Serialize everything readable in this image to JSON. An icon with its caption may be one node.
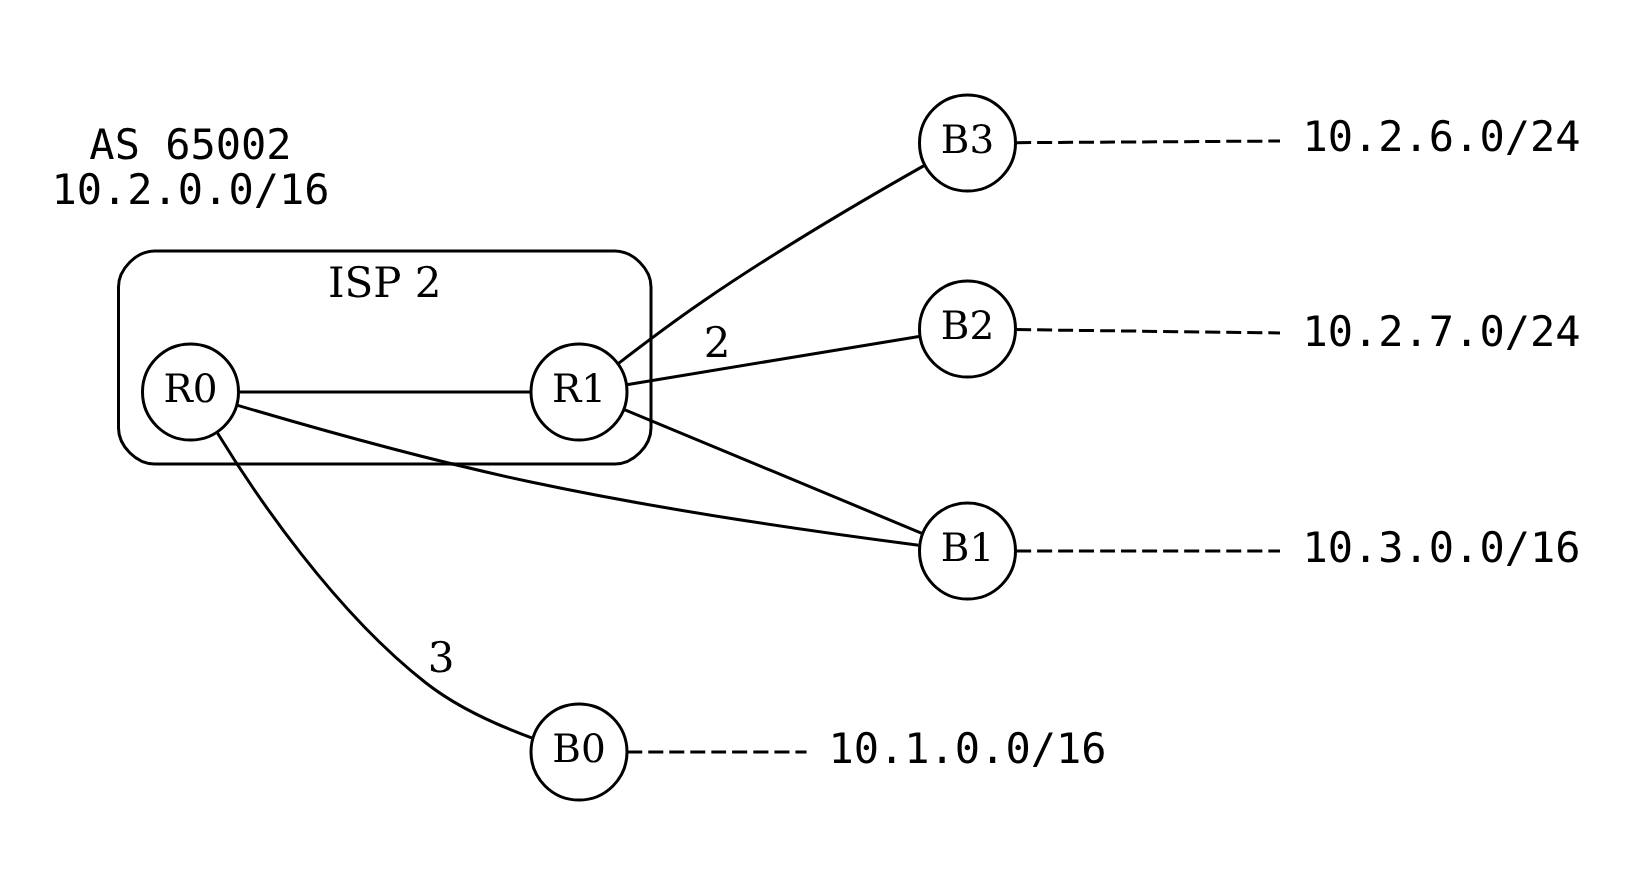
{
  "diagram": {
    "nodes": [
      {
        "text": [
          "ISP 2"
        ],
        "beside": [
          "AS 65002",
          "10.2.0.0/16"
        ]
      },
      {
        "text": [
          "B0"
        ]
      },
      {
        "text": [
          "R0"
        ],
        "in": 0
      },
      {
        "text": [
          "B1"
        ]
      },
      {
        "text": [
          "R1"
        ],
        "in": 0
      },
      {
        "text": [
          "B3"
        ]
      },
      {
        "text": [
          "B2"
        ]
      },
      {
        "text": [
          "10.1.0.0/16"
        ]
      },
      {
        "text": [
          "10.3.0.0/16"
        ]
      },
      {
        "text": [
          "10.2.6.0/24"
        ]
      },
      {
        "text": [
          "10.2.7.0/24"
        ]
      }
    ],
    "edges": [
      {
        "from": 2,
        "to": 1,
        "arrow": "none",
        "label": "3"
      },
      {
        "from": 2,
        "to": 3,
        "arrow": "none"
      },
      {
        "from": 2,
        "to": 4,
        "arrow": "none"
      },
      {
        "from": 4,
        "to": 3,
        "arrow": "none"
      },
      {
        "from": 4,
        "to": 5,
        "arrow": "none"
      },
      {
        "from": 4,
        "to": 6,
        "arrow": "none",
        "label": "2"
      },
      {
        "from": 1,
        "to": 7,
        "arrow": "none",
        "style": "dashed"
      },
      {
        "from": 3,
        "to": 8,
        "arrow": "none",
        "style": "dashed"
      },
      {
        "from": 5,
        "to": 9,
        "arrow": "none",
        "style": "dashed"
      },
      {
        "from": 6,
        "to": 10,
        "arrow": "none",
        "style": "dashed"
      }
    ]
  }
}
